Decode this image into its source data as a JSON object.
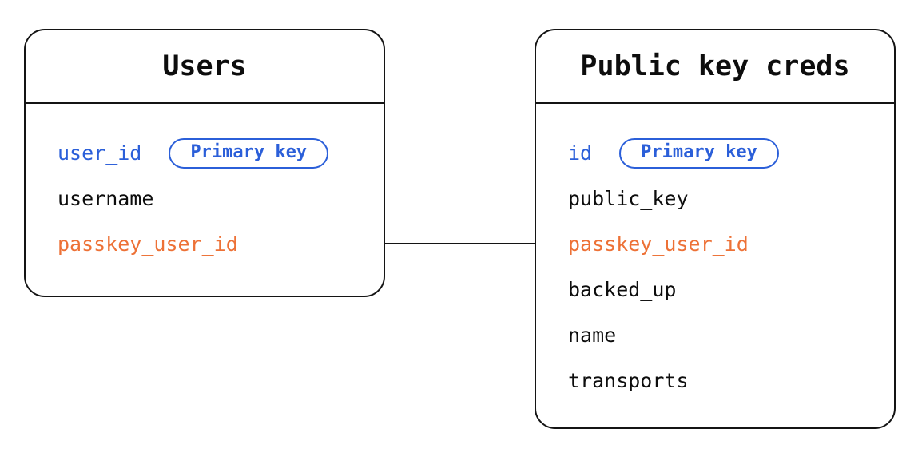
{
  "diagram": {
    "type": "entity-relationship",
    "colors": {
      "primary_key_blue": "#2b5fd9",
      "foreign_key_orange": "#ed7136",
      "border_black": "#141414",
      "background": "#ffffff"
    },
    "relationship": {
      "from_table": "Users",
      "from_field": "passkey_user_id",
      "to_table": "Public key creds",
      "to_field": "passkey_user_id"
    }
  },
  "tables": [
    {
      "title": "Users",
      "rows": [
        {
          "label": "user_id",
          "badge": "Primary key"
        },
        {
          "label": "username"
        },
        {
          "label": "passkey_user_id"
        }
      ]
    },
    {
      "title": "Public key creds",
      "rows": [
        {
          "label": "id",
          "badge": "Primary key"
        },
        {
          "label": "public_key"
        },
        {
          "label": "passkey_user_id"
        },
        {
          "label": "backed_up"
        },
        {
          "label": "name"
        },
        {
          "label": "transports"
        }
      ]
    }
  ]
}
